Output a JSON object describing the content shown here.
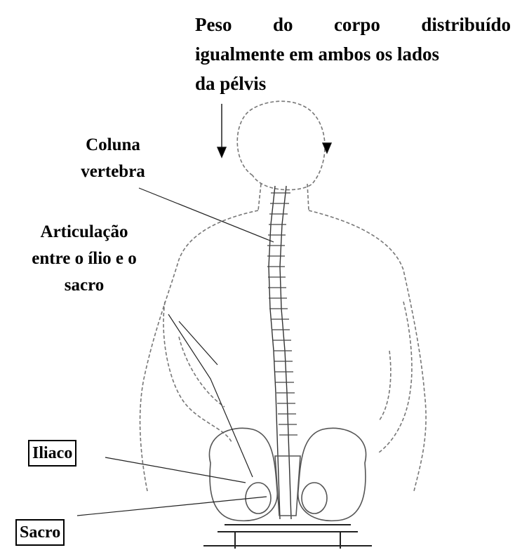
{
  "title": {
    "line1_words": [
      "Peso",
      "do",
      "corpo",
      "distribuído"
    ],
    "line2": "igualmente em ambos os lados",
    "line3": "da pélvis"
  },
  "labels": {
    "coluna_line1": "Coluna",
    "coluna_line2": "vertebra",
    "articulacao_line1": "Articulação",
    "articulacao_line2": "entre o ílio e o",
    "articulacao_line3": "sacro",
    "iliaco": "Iliaco",
    "sacro": "Sacro"
  }
}
